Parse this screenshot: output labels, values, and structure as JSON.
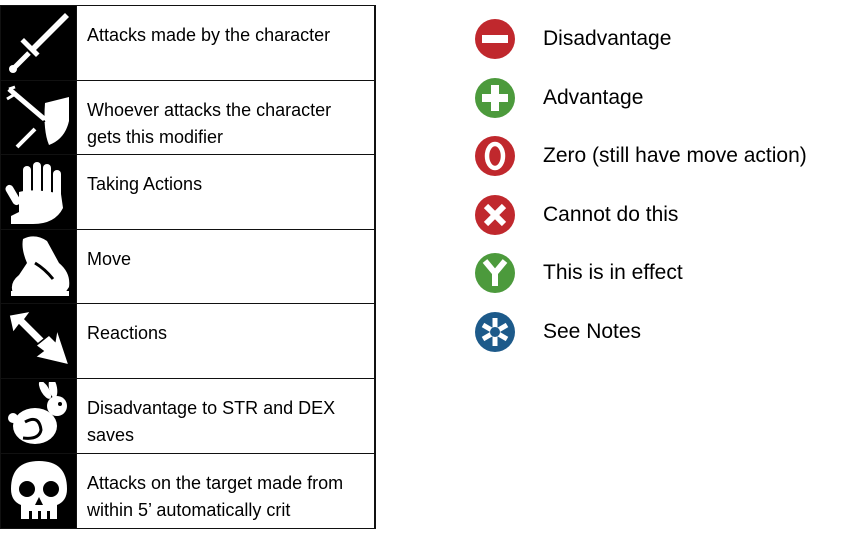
{
  "rows": [
    {
      "icon": "sword-icon",
      "text": "Attacks made by the character"
    },
    {
      "icon": "arrow-into-shield-icon",
      "text": "Whoever attacks the character\ngets this modifier"
    },
    {
      "icon": "open-hand-icon",
      "text": "Taking Actions"
    },
    {
      "icon": "boot-icon",
      "text": "Move"
    },
    {
      "icon": "bouncing-arrows-icon",
      "text": "Reactions"
    },
    {
      "icon": "rabbit-icon",
      "text": "Disadvantage to STR and DEX\nsaves"
    },
    {
      "icon": "skull-icon",
      "text": "Attacks on the target made from\nwithin 5’ automatically crit"
    }
  ],
  "legend": [
    {
      "icon": "minus-circle-icon",
      "color": "#c0282d",
      "label": "Disadvantage"
    },
    {
      "icon": "plus-circle-icon",
      "color": "#4c9a3c",
      "label": "Advantage"
    },
    {
      "icon": "zero-circle-icon",
      "color": "#c0282d",
      "label": "Zero (still have move action)"
    },
    {
      "icon": "x-circle-icon",
      "color": "#c0282d",
      "label": "Cannot do this"
    },
    {
      "icon": "y-circle-icon",
      "color": "#4c9a3c",
      "label": "This is in effect"
    },
    {
      "icon": "asterisk-circle-icon",
      "color": "#1d5a8a",
      "label": "See Notes"
    }
  ]
}
